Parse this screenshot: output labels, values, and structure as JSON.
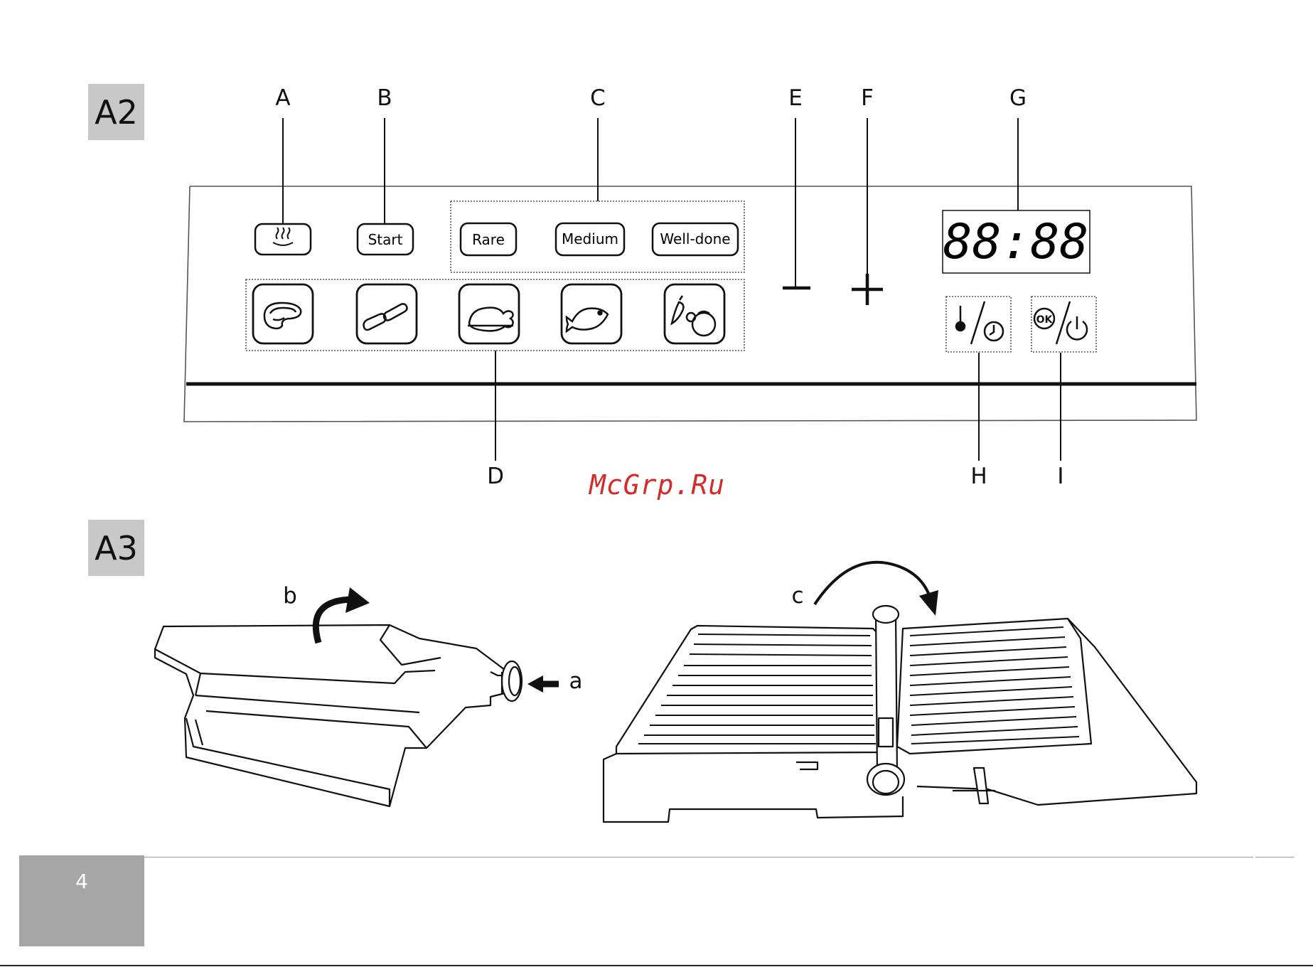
{
  "figure_a2": {
    "tag": "A2",
    "callouts": {
      "A": "A",
      "B": "B",
      "C": "C",
      "D": "D",
      "E": "E",
      "F": "F",
      "G": "G",
      "H": "H",
      "I": "I"
    },
    "buttons": {
      "start": "Start",
      "rare": "Rare",
      "medium": "Medium",
      "well_done": "Well-done"
    },
    "display": "88:88",
    "ok_label": "OK",
    "icons": [
      "steam-icon",
      "steak-icon",
      "sausage-icon",
      "chicken-icon",
      "fish-icon",
      "vegetables-icon",
      "thermometer-timer-icon",
      "ok-power-icon"
    ]
  },
  "watermark": "McGrp.Ru",
  "figure_a3": {
    "tag": "A3",
    "callouts": {
      "a": "a",
      "b": "b",
      "c": "c"
    }
  },
  "page_number": "4"
}
